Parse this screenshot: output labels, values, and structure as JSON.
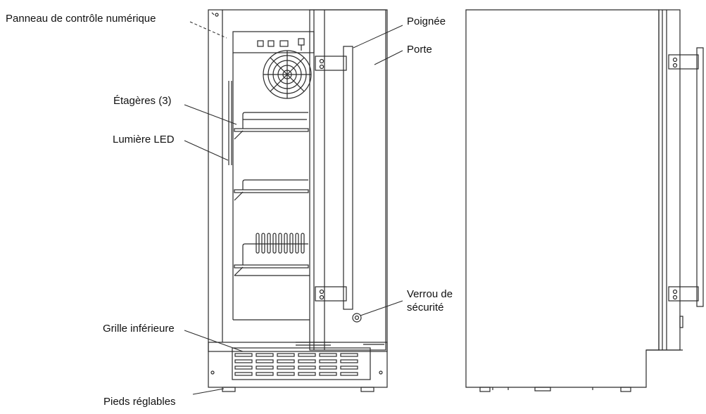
{
  "labels": {
    "control_panel": "Panneau de contrôle numérique",
    "shelves": "Étagères (3)",
    "led_light": "Lumière LED",
    "bottom_grille": "Grille inférieure",
    "adjustable_feet": "Pieds réglables",
    "handle": "Poignée",
    "door": "Porte",
    "safety_lock": "Verrou de\nsécurité"
  },
  "colors": {
    "line": "#2a2a2a",
    "background": "#ffffff"
  }
}
